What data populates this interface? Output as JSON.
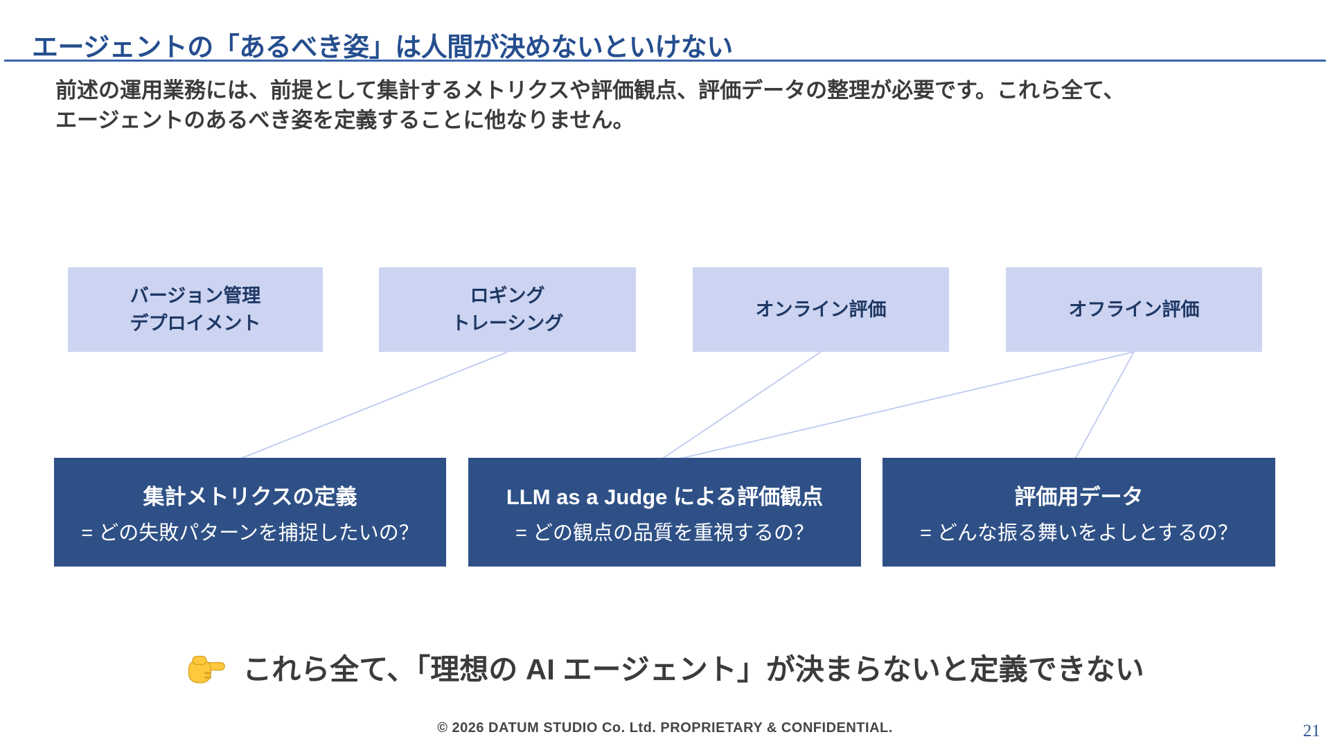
{
  "slide": {
    "title": "エージェントの「あるべき姿」は人間が決めないといけない",
    "body": {
      "line1": "前述の運用業務には、前提として集計するメトリクスや評価観点、評価データの整理が必要です。これら全て、",
      "line2": "エージェントのあるべき姿を定義することに他なりません。"
    },
    "conclusion": "これら全て、「理想の AI エージェント」が決まらないと定義できない",
    "footer": "© 2026 DATUM STUDIO Co. Ltd. PROPRIETARY & CONFIDENTIAL.",
    "page_number": "21"
  },
  "ops_boxes": [
    {
      "line1": "バージョン管理",
      "line2": "デプロイメント"
    },
    {
      "line1": "ロギング",
      "line2": "トレーシング"
    },
    {
      "line1": "オンライン評価",
      "line2": ""
    },
    {
      "line1": "オフライン評価",
      "line2": ""
    }
  ],
  "definition_boxes": [
    {
      "title": "集計メトリクスの定義",
      "subtitle": "= どの失敗パターンを捕捉したいの？"
    },
    {
      "title": "LLM as a Judge による評価観点",
      "subtitle": "= どの観点の品質を重視するの？"
    },
    {
      "title": "評価用データ",
      "subtitle": "= どんな振る舞いをよしとするの？"
    }
  ],
  "icons": {
    "conclusion_pointer": "pointing-finger-icon"
  },
  "colors": {
    "title_blue": "#254E8F",
    "rule_blue": "#3A64AE",
    "light_box_fill": "#CCD4F2",
    "light_box_text": "#1F3864",
    "dark_box_fill": "#2E5086",
    "connector_line": "#BFCAEE",
    "body_text": "#3B3B3B",
    "page_number_blue": "#2F5796",
    "hand_yellow": "#FFC83D"
  }
}
